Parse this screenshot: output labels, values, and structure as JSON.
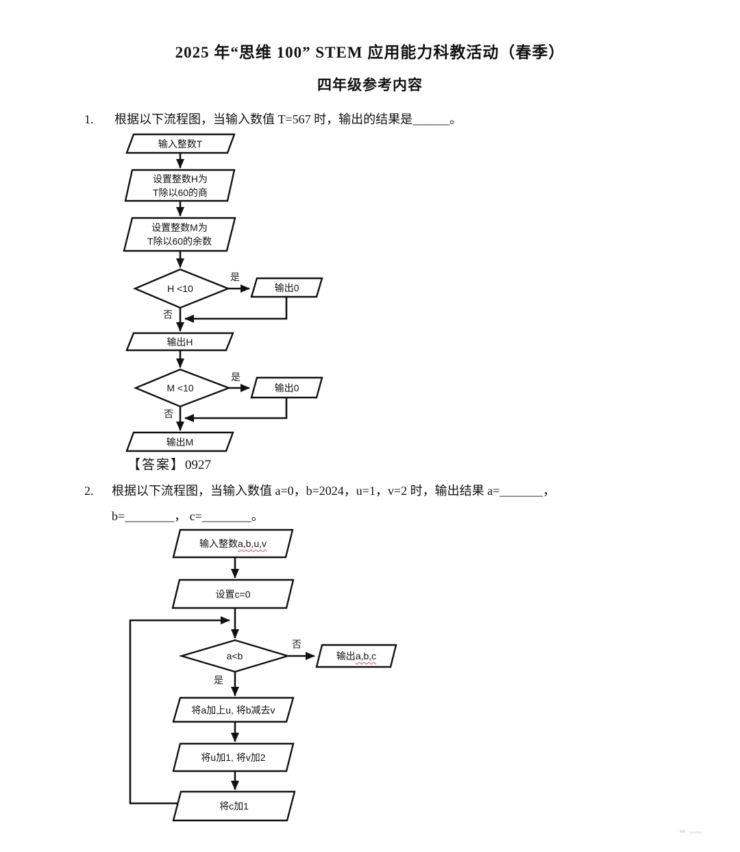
{
  "header": {
    "title": "2025 年“思维 100” STEM 应用能力科教活动（春季）",
    "subtitle": "四年级参考内容"
  },
  "q1": {
    "number": "1.",
    "text": "根据以下流程图，当输入数值 T=567 时，输出的结果是______。",
    "answer_label": "【答案】",
    "answer_value": "0927",
    "fc": {
      "input": "输入整数T",
      "set_h_line1": "设置整数H为",
      "set_h_line2": "T除以60的商",
      "set_m_line1": "设置整数M为",
      "set_m_line2": "T除以60的余数",
      "cond_h": "H <10",
      "out_zero": "输出0",
      "out_h": "输出H",
      "cond_m": "M <10",
      "out_m": "输出M",
      "yes": "是",
      "no": "否"
    }
  },
  "q2": {
    "number": "2.",
    "text_line1": "根据以下流程图，当输入数值 a=0，b=2024，u=1，v=2 时，输出结果 a=_______，",
    "text_line2": "b=________， c=________。",
    "fc": {
      "input_prefix": "输入整数",
      "input_vars": "a,b,u,v",
      "set_c": "设置c=0",
      "cond": "a<b",
      "out_prefix": "输出",
      "out_vars": "a,b,c",
      "step1": "将a加上u, 将b减去v",
      "step2": "将u加1, 将v加2",
      "step3": "将c加1",
      "yes": "是",
      "no": "否"
    }
  }
}
